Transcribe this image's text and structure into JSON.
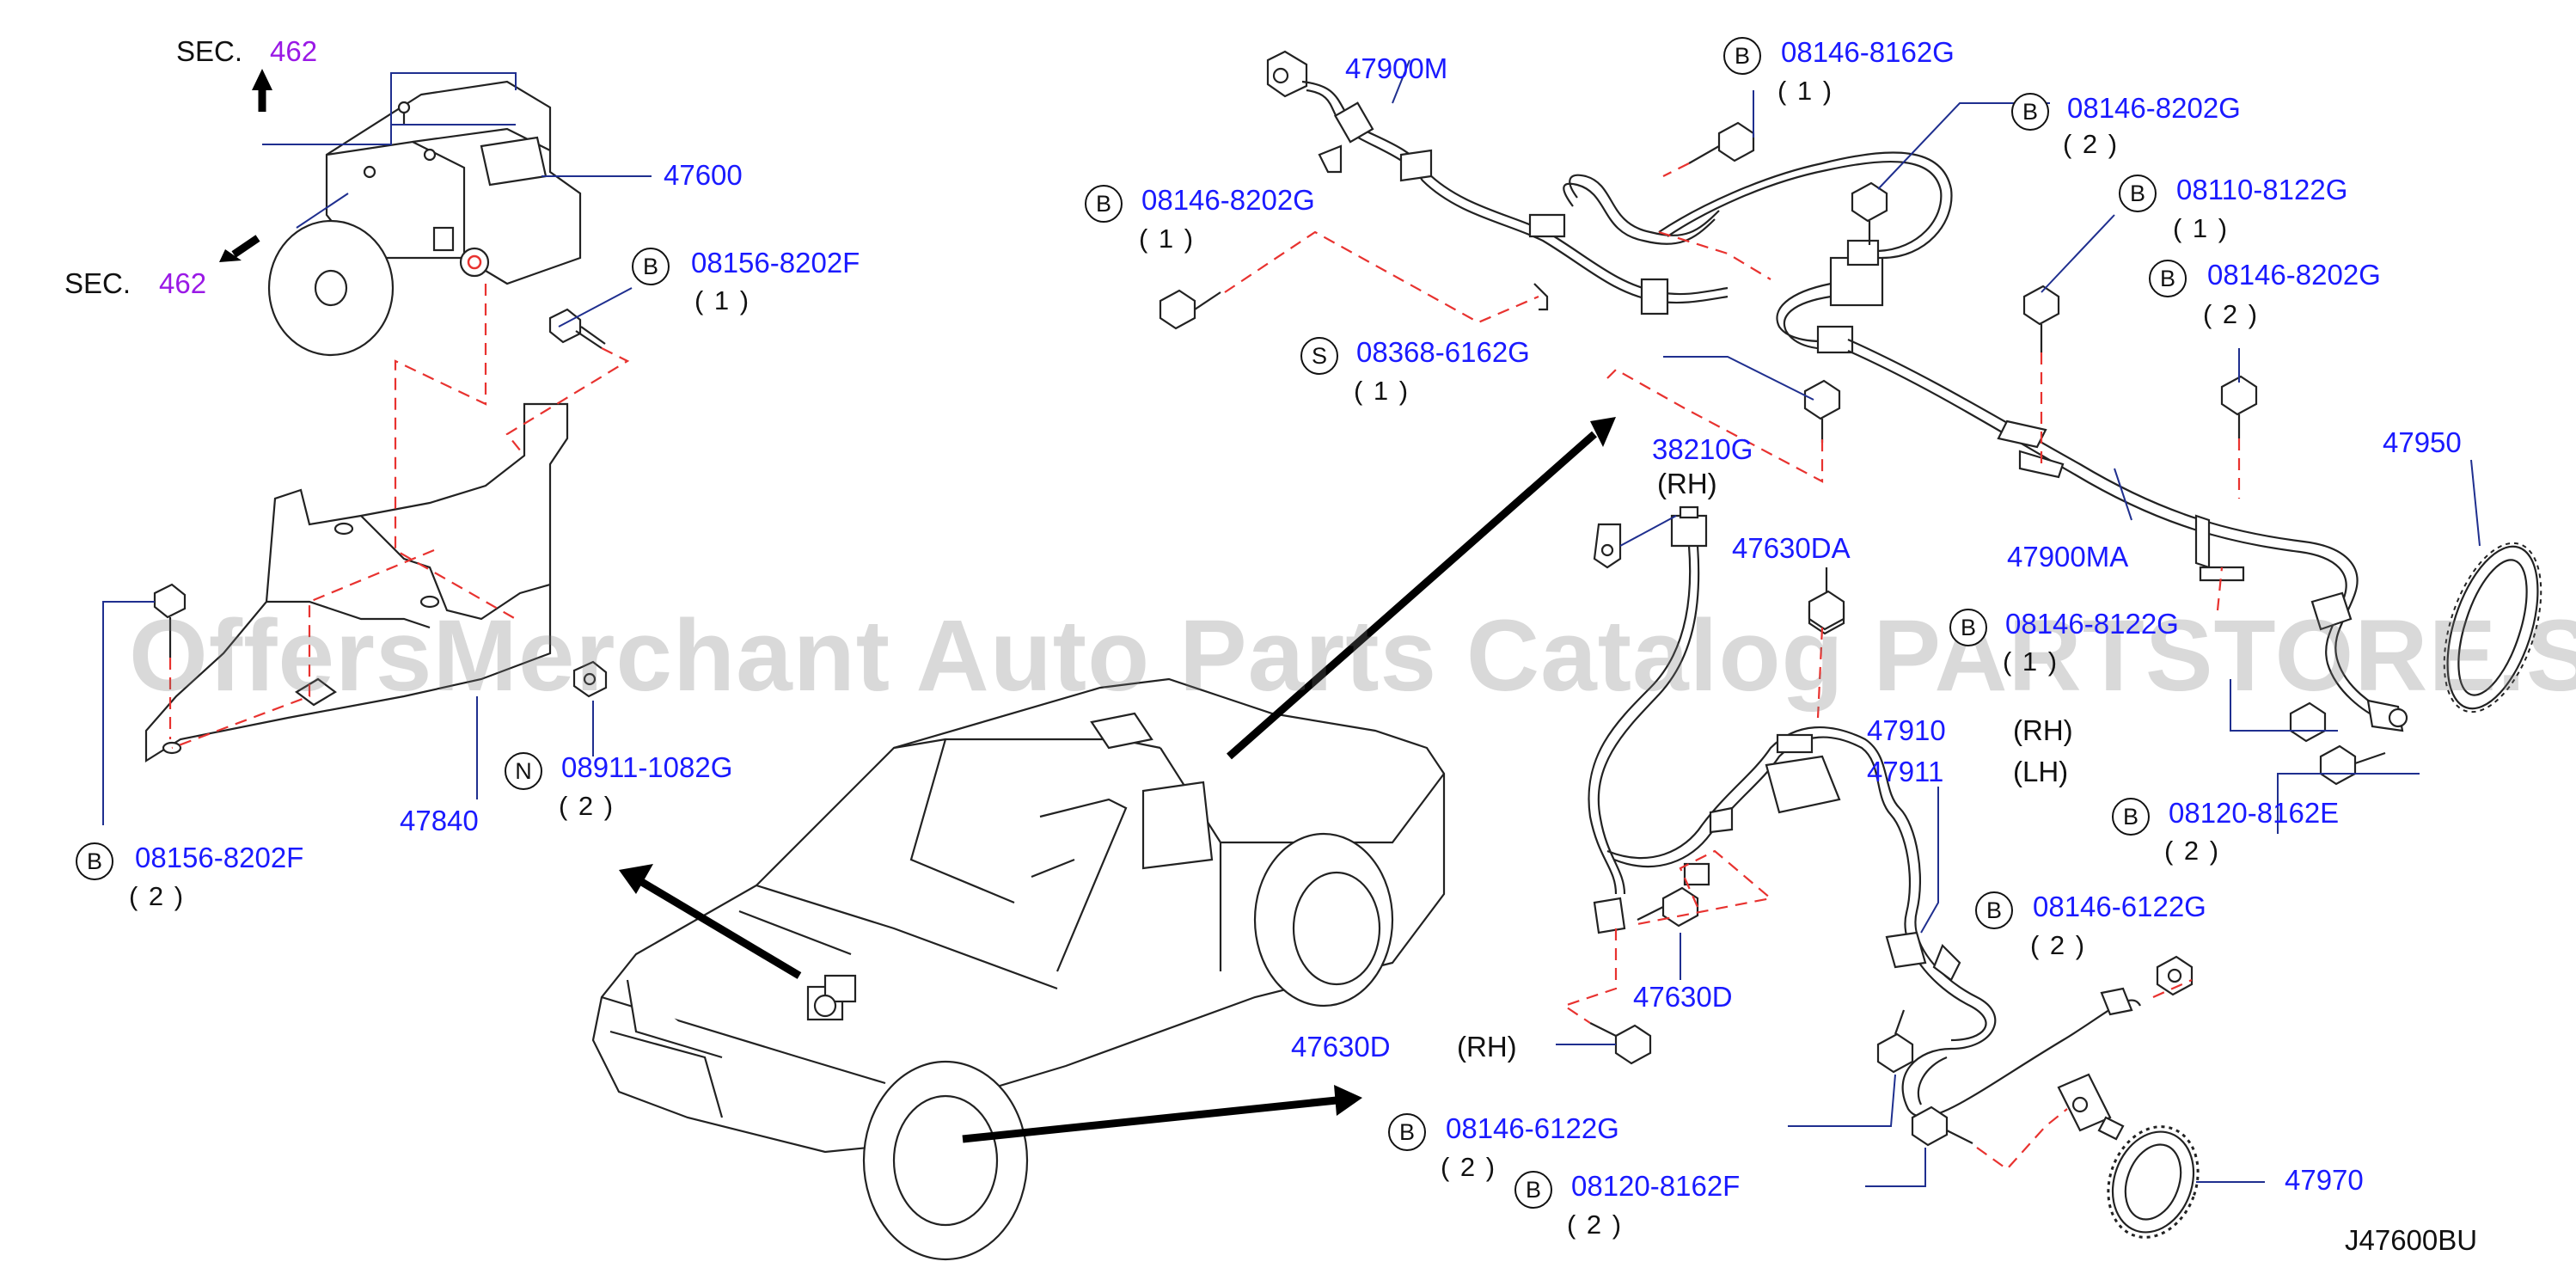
{
  "diagram_code": "J47600BU",
  "watermark": "OffersMerchant Auto Parts Catalog PARTSTORE.SA",
  "colors": {
    "part_number": "#1a1aff",
    "section_ref": "#9a19e6",
    "phantom_line": "#e8322f",
    "leader": "#1f2f8f",
    "outline": "#222222"
  },
  "section_refs": [
    {
      "prefix": "SEC.",
      "number": "462"
    },
    {
      "prefix": "SEC.",
      "number": "462"
    }
  ],
  "callouts": {
    "p47600": "47600",
    "p47840": "47840",
    "p47900M": "47900M",
    "p47900MA": "47900MA",
    "p47950": "47950",
    "p38210G": "38210G",
    "p38210G_side": "(RH)",
    "p47630DA": "47630DA",
    "p47910": "47910",
    "p47910_side": "(RH)",
    "p47911": "47911",
    "p47911_side": "(LH)",
    "p47630D_a": "47630D",
    "p47630D_b": "47630D",
    "p47630D_b_side": "(RH)",
    "p47970": "47970"
  },
  "fasteners": [
    {
      "prefix": "B",
      "part": "08156-8202F",
      "qty": "( 1 )"
    },
    {
      "prefix": "B",
      "part": "08156-8202F",
      "qty": "( 2 )"
    },
    {
      "prefix": "N",
      "part": "08911-1082G",
      "qty": "( 2 )"
    },
    {
      "prefix": "B",
      "part": "08146-8202G",
      "qty": "( 1 )"
    },
    {
      "prefix": "B",
      "part": "08146-8162G",
      "qty": "( 1 )"
    },
    {
      "prefix": "B",
      "part": "08146-8202G",
      "qty": "( 2 )"
    },
    {
      "prefix": "B",
      "part": "08110-8122G",
      "qty": "( 1 )"
    },
    {
      "prefix": "B",
      "part": "08146-8202G",
      "qty": "( 2 )"
    },
    {
      "prefix": "S",
      "part": "08368-6162G",
      "qty": "( 1 )"
    },
    {
      "prefix": "B",
      "part": "08146-8122G",
      "qty": "( 1 )"
    },
    {
      "prefix": "B",
      "part": "08120-8162E",
      "qty": "( 2 )"
    },
    {
      "prefix": "B",
      "part": "08146-6122G",
      "qty": "( 2 )"
    },
    {
      "prefix": "B",
      "part": "08146-6122G",
      "qty": "( 2 )"
    },
    {
      "prefix": "B",
      "part": "08120-8162F",
      "qty": "( 2 )"
    }
  ]
}
